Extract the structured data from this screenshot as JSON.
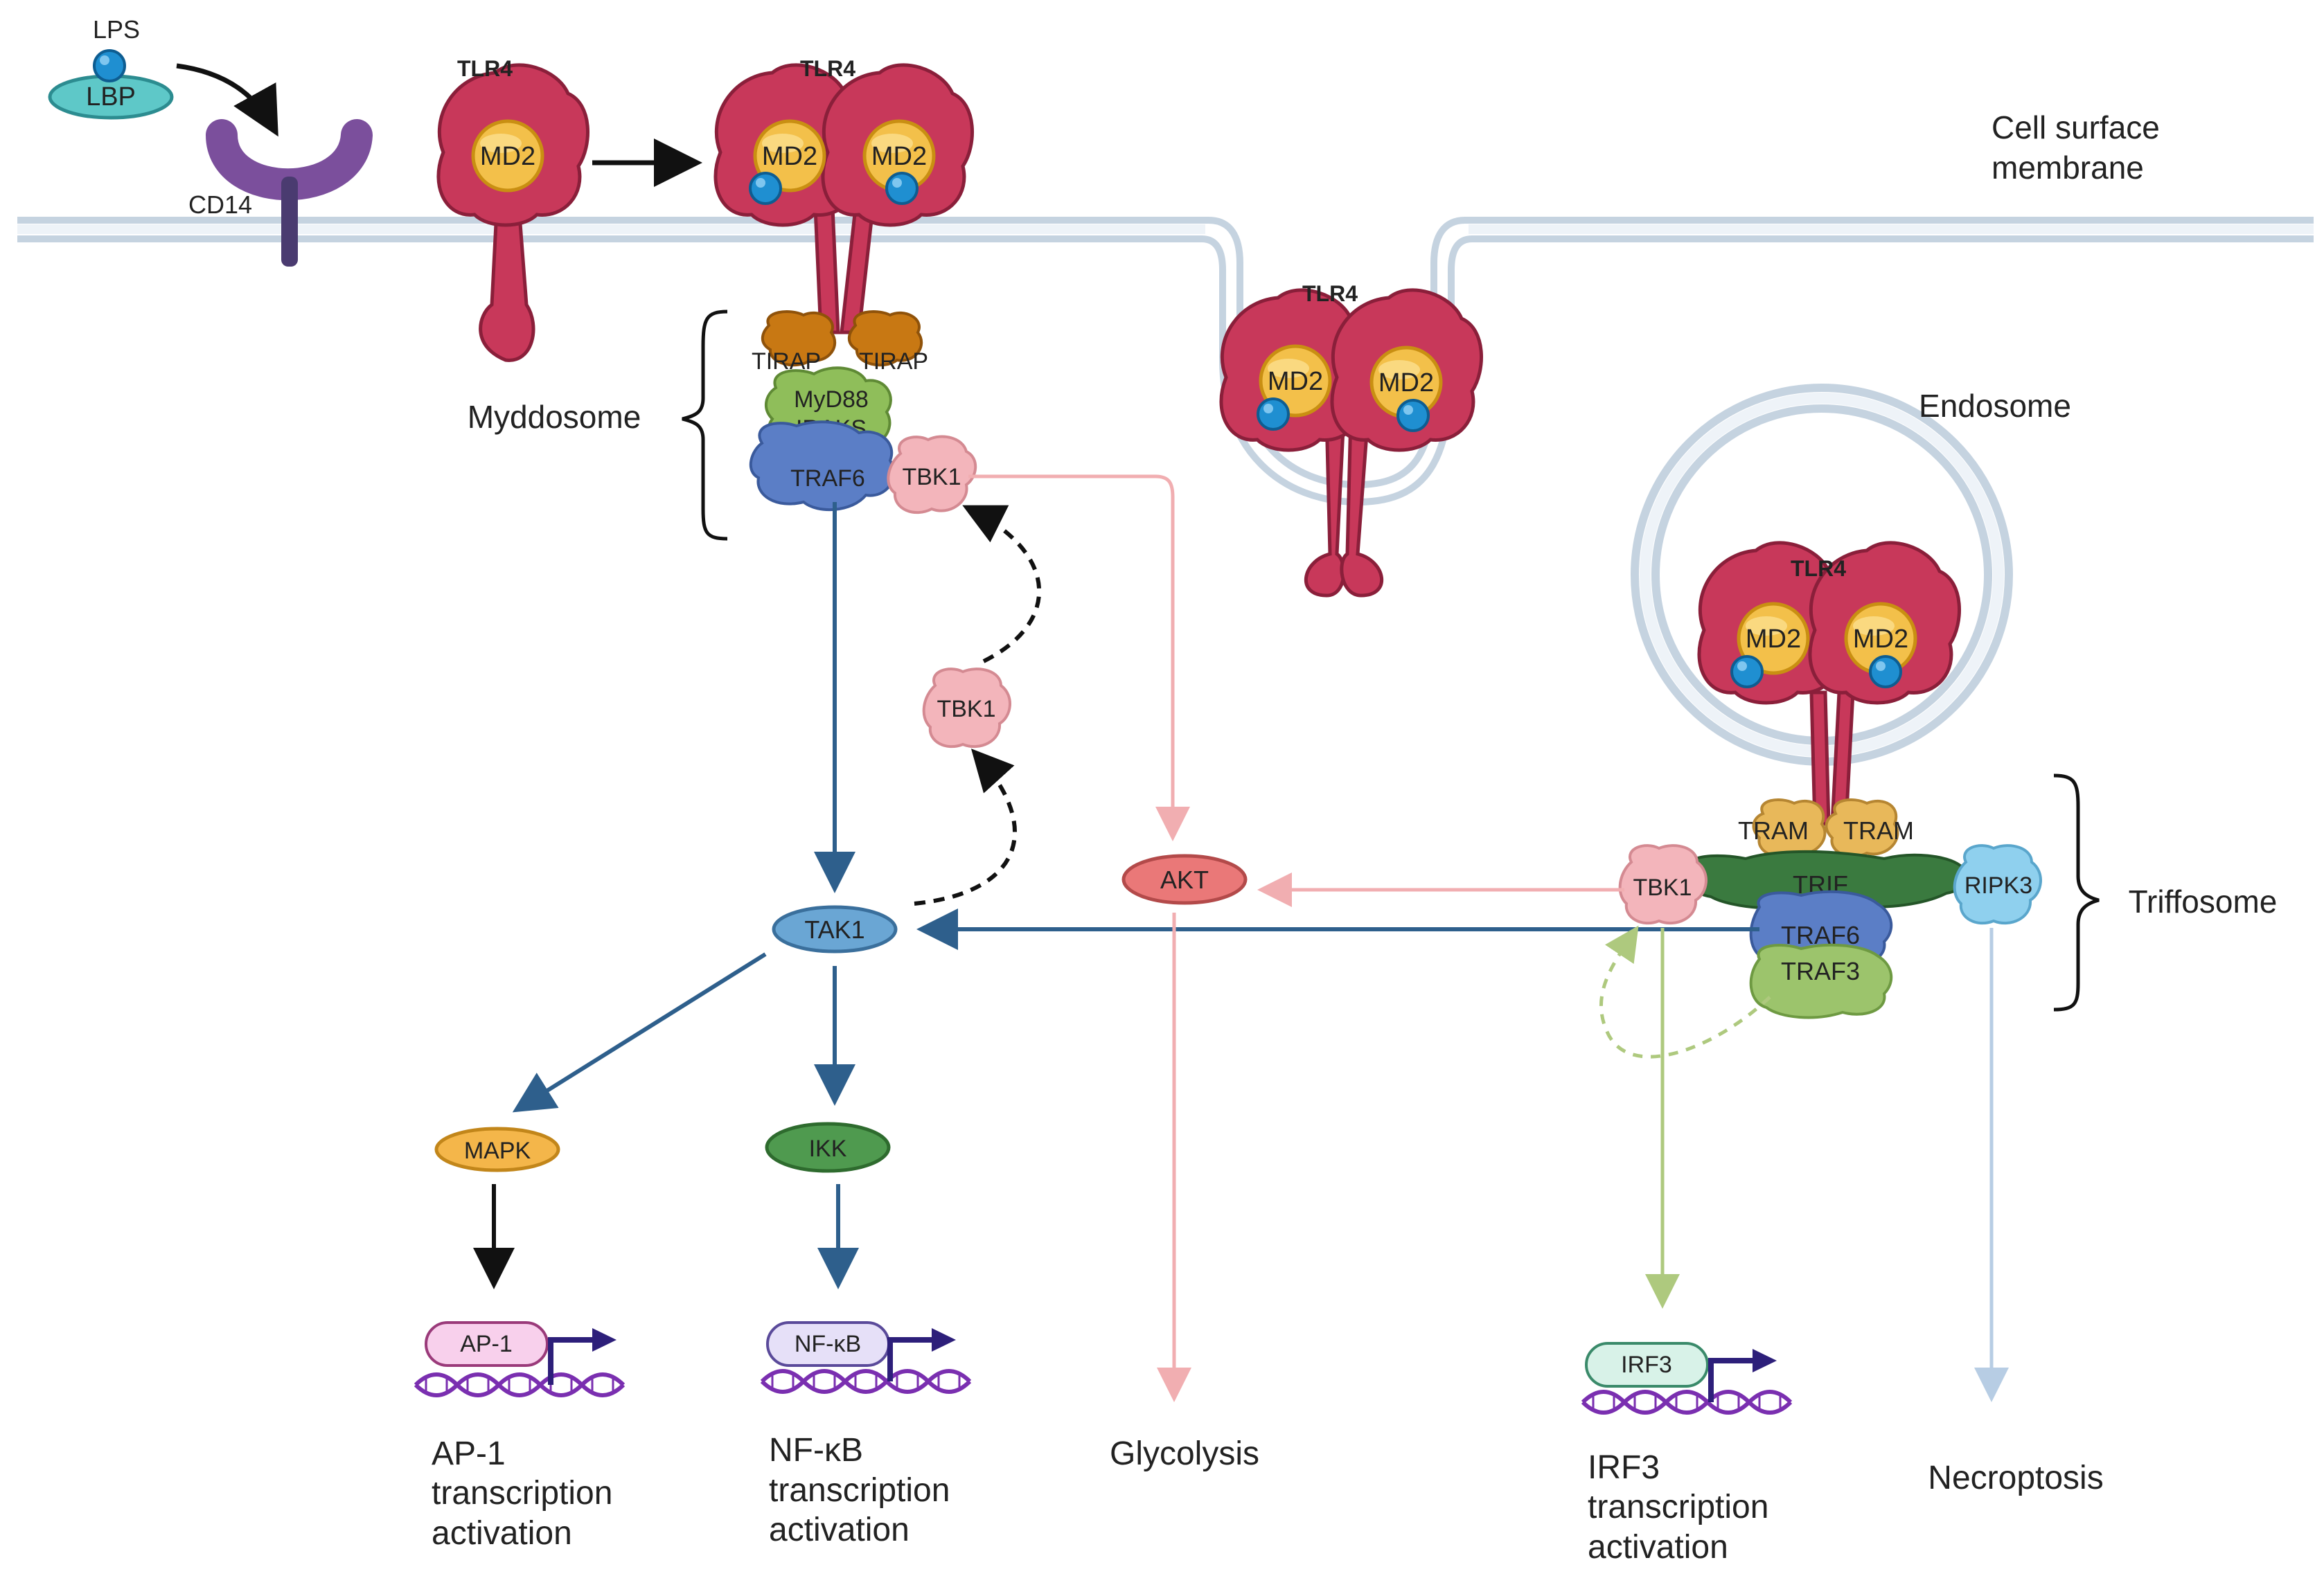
{
  "ligand": {
    "lps": "LPS",
    "lbp": "LBP",
    "cd14": "CD14"
  },
  "receptor": {
    "tlr4": "TLR4",
    "md2": "MD2"
  },
  "compartments": {
    "membrane_line1": "Cell surface",
    "membrane_line2": "membrane",
    "endosome": "Endosome"
  },
  "myddosome": {
    "label": "Myddosome",
    "tirap": "TIRAP",
    "myd88": "MyD88",
    "iraks": "IRAKS",
    "traf6": "TRAF6",
    "tbk1": "TBK1"
  },
  "triffosome": {
    "label": "Triffosome",
    "tram": "TRAM",
    "trif": "TRIF",
    "traf6": "TRAF6",
    "traf3": "TRAF3",
    "tbk1": "TBK1",
    "ripk3": "RIPK3"
  },
  "nodes": {
    "tbk1_free": "TBK1",
    "tak1": "TAK1",
    "akt": "AKT",
    "mapk": "MAPK",
    "ikk": "IKK"
  },
  "factors": {
    "ap1": "AP-1",
    "nfkb": "NF-κB",
    "irf3": "IRF3"
  },
  "outcomes": {
    "ap1": [
      "AP-1",
      "transcription",
      "activation"
    ],
    "nfkb": [
      "NF-κB",
      "transcription",
      "activation"
    ],
    "glycolysis": "Glycolysis",
    "irf3": [
      "IRF3",
      "transcription",
      "activation"
    ],
    "necroptosis": "Necroptosis"
  },
  "colors": {
    "tlr4": "#c8385a",
    "md2": "#f3c04a",
    "lps": "#1f8fd1",
    "membrane": "#c5d3e0",
    "cd14": "#7b4f9c",
    "tirap": "#c87813",
    "myd88": "#8fbe5a",
    "traf6": "#5b7ec6",
    "tbk1": "#f3b5bb",
    "tram": "#e8b85a",
    "trif": "#3a7a3f",
    "traf3": "#9cc46c",
    "ripk3": "#8fd0ee",
    "tak1": "#6aa6d4",
    "akt": "#ea7878",
    "mapk": "#f4b64a",
    "ikk": "#4f9a4f",
    "arrow_blue": "#2e5f8c",
    "arrow_pink": "#f1aeb1",
    "arrow_green": "#aec97e",
    "arrow_lightblue": "#b7cde4",
    "dna": "#7a2fb0"
  }
}
